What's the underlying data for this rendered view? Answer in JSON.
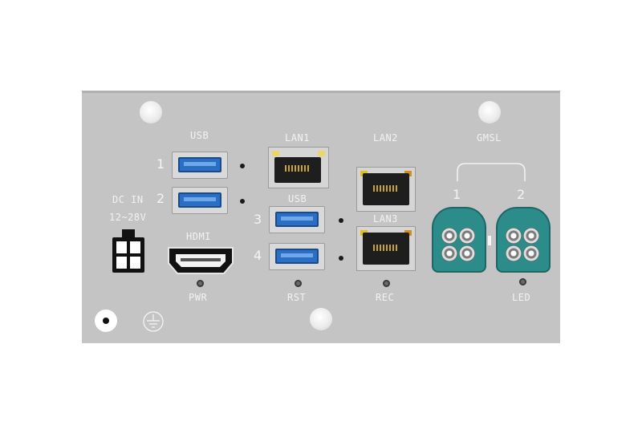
{
  "labels": {
    "usb_top": "USB",
    "usb_mid": "USB",
    "lan1": "LAN1",
    "lan2": "LAN2",
    "lan3": "LAN3",
    "gmsl": "GMSL",
    "dc_in": "DC IN",
    "voltage": "12~28V",
    "hdmi": "HDMI",
    "pwr": "PWR",
    "rst": "RST",
    "rec": "REC",
    "led": "LED"
  },
  "port_numbers": {
    "usb1": "1",
    "usb2": "2",
    "usb3": "3",
    "usb4": "4",
    "gmsl1": "1",
    "gmsl2": "2"
  },
  "colors": {
    "panel": "#c4c4c4",
    "usb_blue": "#2a6fc4",
    "gmsl_teal": "#2b8c8a",
    "rj_led_yellow": "#e0c020",
    "rj_led_amber": "#d09020"
  }
}
